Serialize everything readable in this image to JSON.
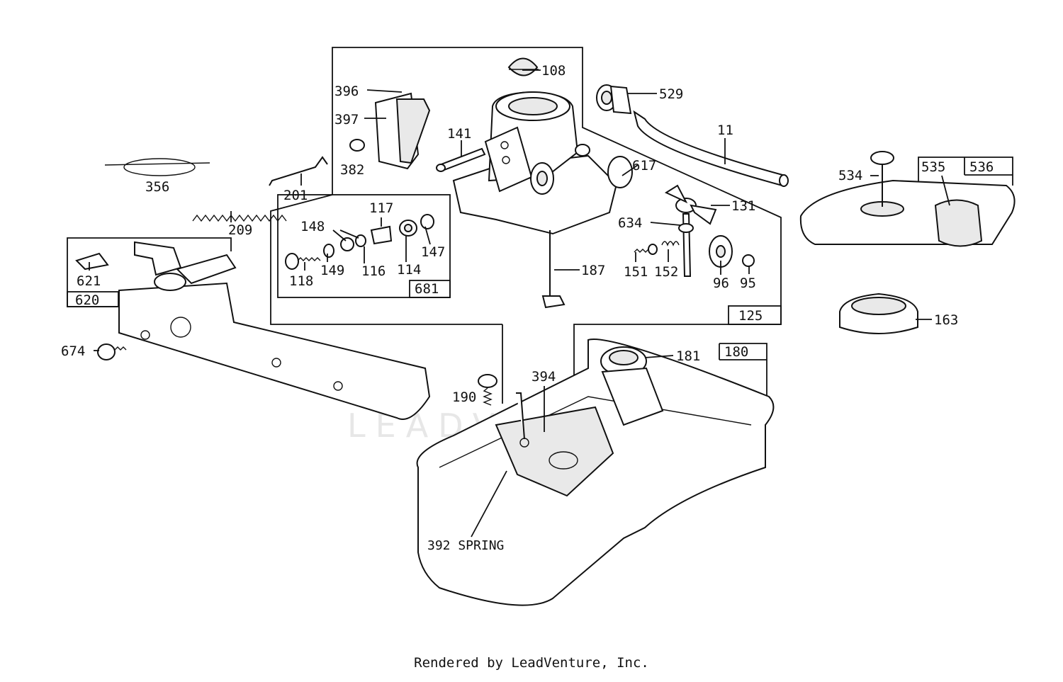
{
  "diagram": {
    "watermark": "LEADVENTURE",
    "footer": "Rendered by LeadVenture, Inc.",
    "labels": {
      "p108": "108",
      "p396": "396",
      "p397": "397",
      "p382": "382",
      "p141": "141",
      "p529": "529",
      "p11": "11",
      "p617": "617",
      "p356": "356",
      "p201": "201",
      "p209": "209",
      "p117": "117",
      "p148": "148",
      "p147": "147",
      "p149": "149",
      "p116": "116",
      "p114": "114",
      "p118": "118",
      "p681": "681",
      "p131": "131",
      "p634": "634",
      "p151": "151",
      "p152": "152",
      "p96": "96",
      "p95": "95",
      "p187": "187",
      "p125": "125",
      "p621": "621",
      "p620": "620",
      "p674": "674",
      "p534": "534",
      "p535": "535",
      "p536": "536",
      "p163": "163",
      "p181": "181",
      "p180": "180",
      "p394": "394",
      "p190": "190",
      "p392": "392 SPRING"
    }
  }
}
